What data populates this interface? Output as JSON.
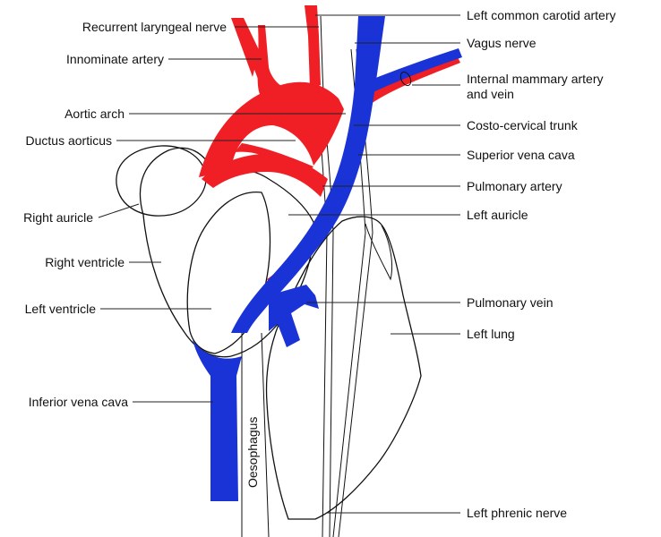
{
  "colors": {
    "artery": "#ef1f25",
    "vein": "#1a33d6",
    "outline": "#111111",
    "background": "#ffffff"
  },
  "labels": {
    "left_common_carotid_artery": "Left common carotid artery",
    "recurrent_laryngeal_nerve": "Recurrent laryngeal nerve",
    "vagus_nerve": "Vagus nerve",
    "innominate_artery": "Innominate artery",
    "internal_mammary_line1": "Internal mammary artery",
    "internal_mammary_line2": "and vein",
    "aortic_arch": "Aortic arch",
    "costo_cervical_trunk": "Costo-cervical trunk",
    "ductus_aorticus": "Ductus aorticus",
    "superior_vena_cava": "Superior vena cava",
    "pulmonary_artery": "Pulmonary artery",
    "right_auricle": "Right auricle",
    "left_auricle": "Left auricle",
    "right_ventricle": "Right ventricle",
    "left_ventricle": "Left ventricle",
    "pulmonary_vein": "Pulmonary vein",
    "left_lung": "Left lung",
    "inferior_vena_cava": "Inferior vena cava",
    "oesophagus": "Oesophagus",
    "left_phrenic_nerve": "Left phrenic nerve"
  }
}
